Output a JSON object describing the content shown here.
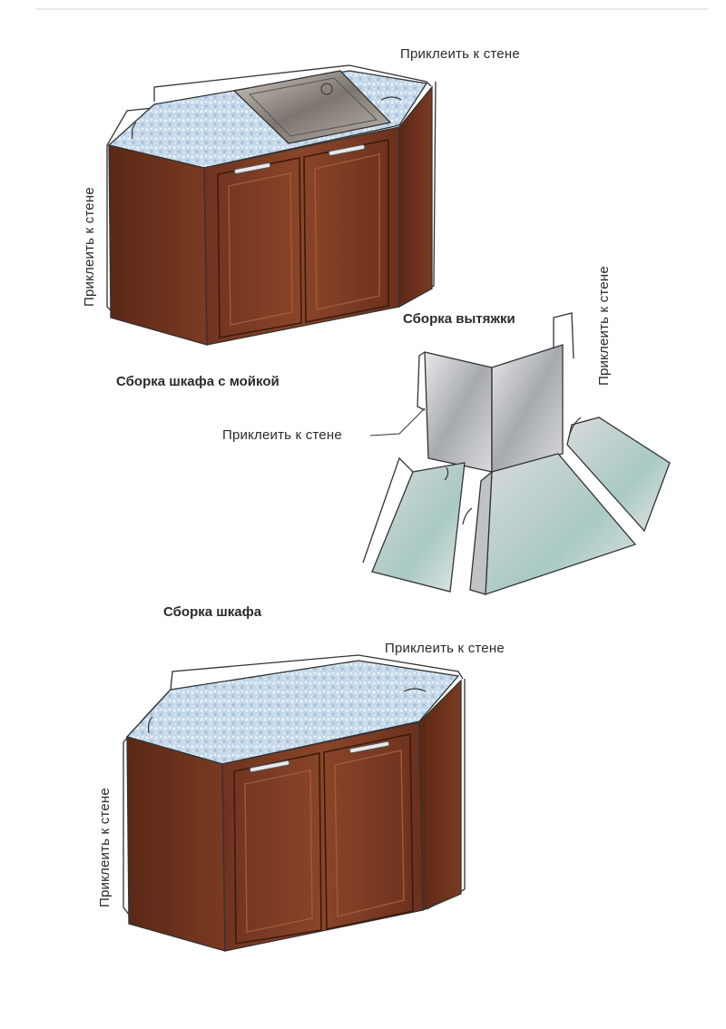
{
  "labels": {
    "glue_to_wall": "Приклеить к стене"
  },
  "titles": {
    "sink_cabinet": "Сборка шкафа с мойкой",
    "hood": "Сборка вытяжки",
    "cabinet": "Сборка шкафа"
  },
  "colors": {
    "wood": "#7a3a22",
    "wood_dark": "#5c2a17",
    "countertop": "#bcd3e6",
    "steel": "#c9ccd0",
    "outline": "#333333"
  }
}
